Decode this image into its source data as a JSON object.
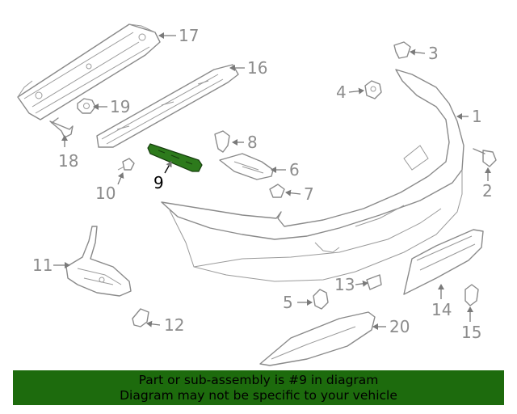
{
  "callouts": {
    "c1": "1",
    "c2": "2",
    "c3": "3",
    "c4": "4",
    "c5": "5",
    "c6": "6",
    "c7": "7",
    "c8": "8",
    "c9": "9",
    "c10": "10",
    "c11": "11",
    "c12": "12",
    "c13": "13",
    "c14": "14",
    "c15": "15",
    "c16": "16",
    "c17": "17",
    "c18": "18",
    "c19": "19",
    "c20": "20"
  },
  "highlighted_part": "9",
  "colors": {
    "highlight": "#2d7a1c",
    "banner": "#1d6b0d",
    "linework": "#8a8a8a"
  },
  "banner": {
    "line1": "Part or sub-assembly is #9 in diagram",
    "line2": "Diagram may not be specific to your vehicle"
  }
}
